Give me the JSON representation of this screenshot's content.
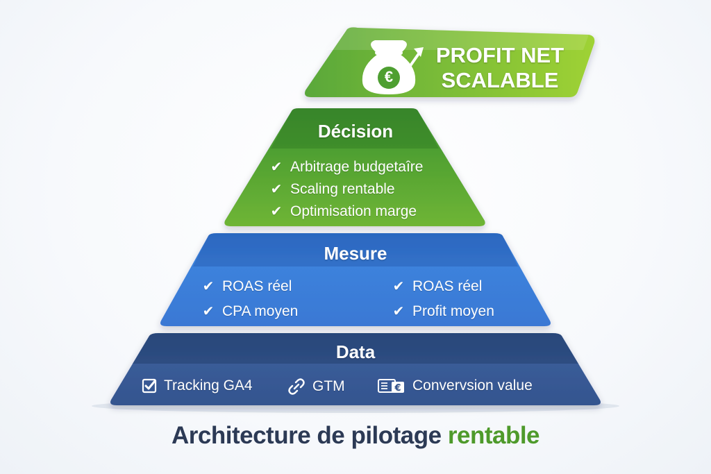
{
  "top": {
    "label_line1": "PROFIT NET",
    "label_line2": "SCALABLE",
    "icon": "money-bag-euro-icon",
    "icon_glyph": "€"
  },
  "tiers": {
    "decision": {
      "title": "Décision",
      "items": [
        "Arbitrage budgetaîre",
        "Scaling rentable",
        "Optimisation marge"
      ]
    },
    "mesure": {
      "title": "Mesure",
      "items_left": [
        "ROAS réel",
        "CPA moyen"
      ],
      "items_right": [
        "ROAS réel",
        "Profit moyen"
      ]
    },
    "data": {
      "title": "Data",
      "items": [
        {
          "label": "Tracking GA4",
          "icon": "checkbox-icon"
        },
        {
          "label": "GTM",
          "icon": "link-icon"
        },
        {
          "label": "Convervsion value",
          "icon": "euro-document-icon"
        }
      ]
    }
  },
  "caption": {
    "main": "Architecture de pilotage",
    "accent": "rentable"
  },
  "colors": {
    "green_light": "#8cc63f",
    "green_dark": "#3f8f2f",
    "blue_light": "#4a8fe0",
    "blue_dark": "#2d63b8",
    "navy_light": "#3f5f9a",
    "navy_dark": "#2b4a80",
    "caption_text": "#2c3a55",
    "caption_accent": "#4e9a2b"
  },
  "check_glyph": "✔"
}
